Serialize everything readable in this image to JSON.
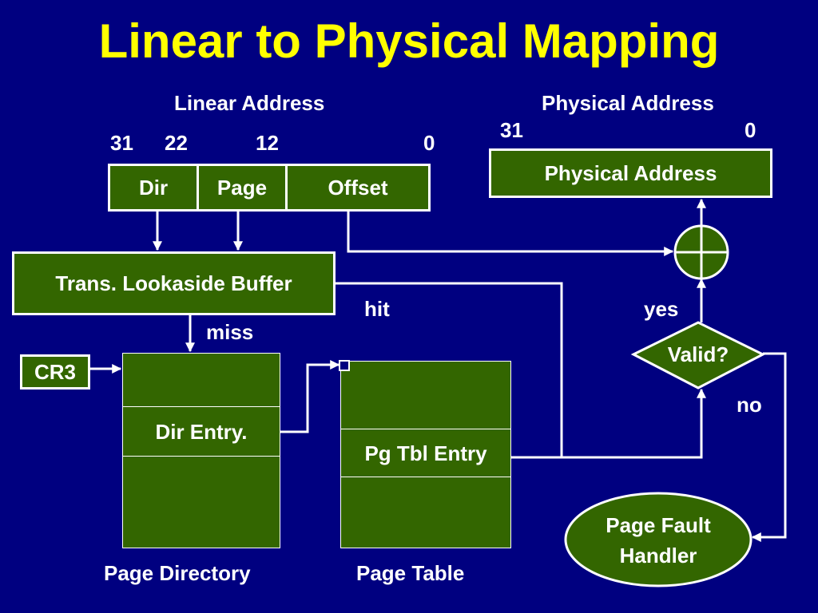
{
  "title": "Linear to Physical Mapping",
  "linear_address": {
    "heading": "Linear Address",
    "bits": {
      "b31": "31",
      "b22": "22",
      "b12": "12",
      "b0": "0"
    },
    "fields": {
      "dir": "Dir",
      "page": "Page",
      "offset": "Offset"
    }
  },
  "physical_address": {
    "heading": "Physical Address",
    "bits": {
      "b31": "31",
      "b0": "0"
    },
    "box_label": "Physical Address"
  },
  "tlb": {
    "label": "Trans. Lookaside Buffer"
  },
  "labels": {
    "hit": "hit",
    "miss": "miss",
    "yes": "yes",
    "no": "no"
  },
  "cr3": {
    "label": "CR3"
  },
  "page_directory": {
    "entry": "Dir Entry.",
    "caption": "Page Directory"
  },
  "page_table": {
    "entry": "Pg Tbl Entry",
    "caption": "Page Table"
  },
  "valid": {
    "label": "Valid?"
  },
  "page_fault_handler": {
    "line1": "Page Fault",
    "line2": "Handler"
  },
  "colors": {
    "background": "#000080",
    "title": "#ffff00",
    "box_fill": "#336600",
    "line": "#ffffff"
  }
}
